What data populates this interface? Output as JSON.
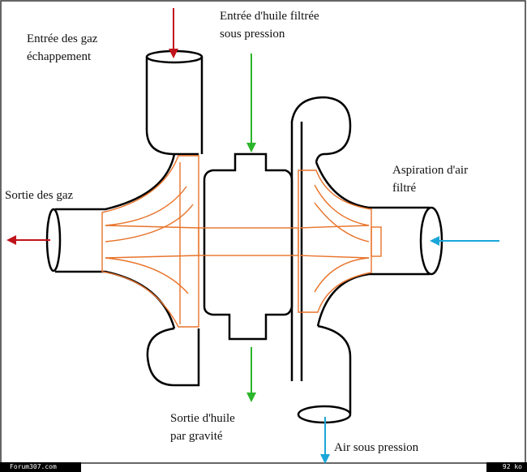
{
  "labels": {
    "gas_in": [
      "Entrée des gaz",
      "échappement"
    ],
    "oil_in": [
      "Entrée d'huile filtrée",
      "sous pression"
    ],
    "gas_out": [
      "Sortie des gaz"
    ],
    "air_in": [
      "Aspiration d'air",
      "filtré"
    ],
    "oil_out": [
      "Sortie d'huile",
      "par gravité"
    ],
    "air_out": [
      "Air sous pression"
    ]
  },
  "footer": {
    "site": "Forum307.com",
    "size": "92 ko"
  },
  "colors": {
    "outline": "#000000",
    "rotor": "#e8732a",
    "exhaust_arrow": "#c0141c",
    "oil_arrow": "#2bb52b",
    "air_arrow": "#1aa6d8"
  }
}
